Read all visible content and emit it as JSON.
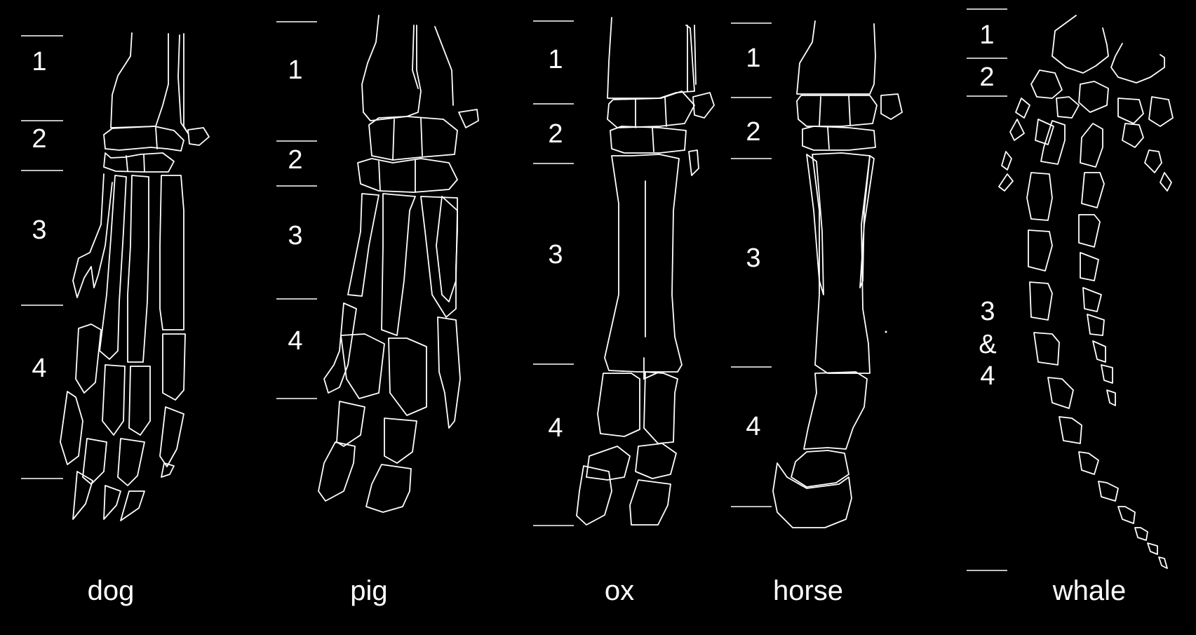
{
  "segment_numbers": {
    "one": "1",
    "two": "2",
    "three": "3",
    "four": "4"
  },
  "whale_combined": {
    "top": "3",
    "amp": "&",
    "bottom": "4"
  },
  "animals": {
    "dog": "dog",
    "pig": "pig",
    "ox": "ox",
    "horse": "horse",
    "whale": "whale"
  },
  "colors": {
    "background": "#000000",
    "line": "#ffffff"
  }
}
